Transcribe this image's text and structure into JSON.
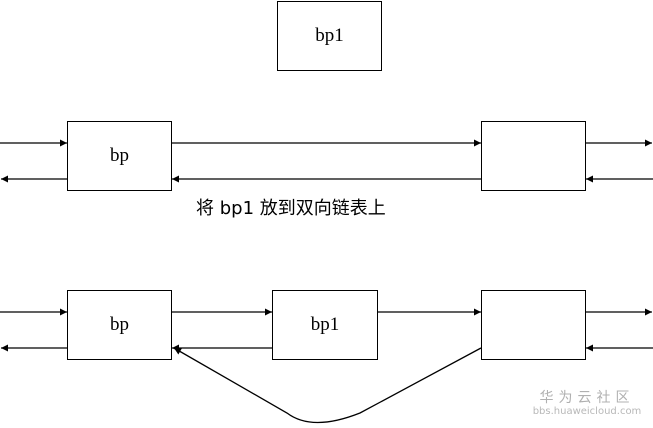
{
  "diagram": {
    "top_node": {
      "label": "bp1"
    },
    "before": {
      "left_node": {
        "label": "bp"
      },
      "right_node": {
        "label": ""
      }
    },
    "caption": "将 bp1 放到双向链表上",
    "after": {
      "left_node": {
        "label": "bp"
      },
      "middle_node": {
        "label": "bp1"
      },
      "right_node": {
        "label": ""
      }
    }
  },
  "watermark": {
    "title": "华为云社区",
    "url": "bbs.huaweicloud.com"
  }
}
